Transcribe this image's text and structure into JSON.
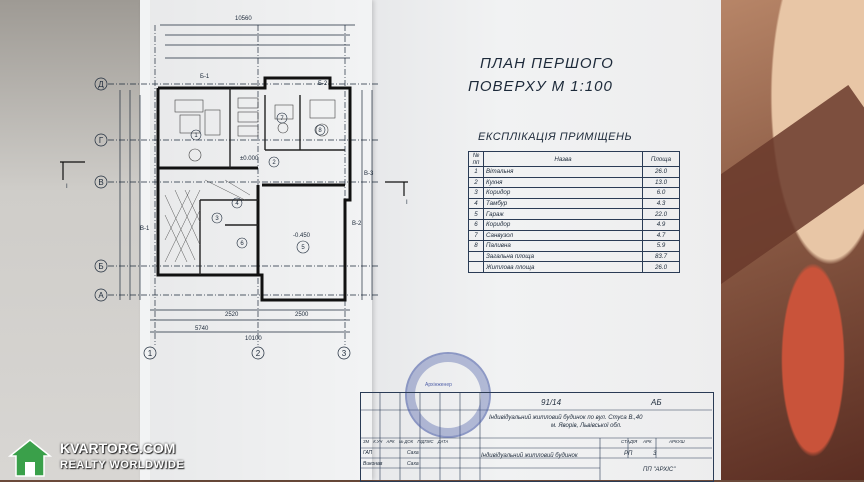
{
  "plan": {
    "title_line1": "ПЛАН ПЕРШОГО",
    "title_line2": "ПОВЕРХУ   М 1:100",
    "explication_title": "ЕКСПЛІКАЦІЯ ПРИМІЩЕНЬ",
    "axes_rows": [
      "Д",
      "Г",
      "В",
      "Б",
      "А"
    ],
    "axes_cols": [
      "1",
      "2",
      "3"
    ],
    "dims": {
      "top_total": "10560",
      "bottom_total": "10100",
      "bottom_left": "5740",
      "bottom_mid": "2520",
      "bottom_right": "2500",
      "room_level_1": "-0.450",
      "room_level_2": "±0.000",
      "section_bb": "Б-1",
      "section_vv": "В-1",
      "section_b2": "Б-2",
      "section_v2": "В-2",
      "section_v3": "В-3",
      "section_mark": "I"
    },
    "room_labels": [
      "1",
      "2",
      "3",
      "4",
      "5",
      "6",
      "7",
      "8"
    ]
  },
  "rooms_table": {
    "headers": [
      "№ пп",
      "Назва",
      "Площа"
    ],
    "rows": [
      {
        "n": "1",
        "name": "Вітальня",
        "area": "26.0"
      },
      {
        "n": "2",
        "name": "Кухня",
        "area": "13.0"
      },
      {
        "n": "3",
        "name": "Коридор",
        "area": "6.0"
      },
      {
        "n": "4",
        "name": "Тамбур",
        "area": "4.3"
      },
      {
        "n": "5",
        "name": "Гараж",
        "area": "22.0"
      },
      {
        "n": "6",
        "name": "Коридор",
        "area": "4.9"
      },
      {
        "n": "7",
        "name": "Санвузол",
        "area": "4.7"
      },
      {
        "n": "8",
        "name": "Паливна",
        "area": "5.9"
      }
    ],
    "total_label": "Загальна площа",
    "total_value": "83.7",
    "living_label": "Житлова площа",
    "living_value": "26.0"
  },
  "title_block": {
    "code": "91/14",
    "code2": "АБ",
    "description_line1": "Індивідуальний житловий будинок по вул. Стуса В.,40",
    "description_line2": "м. Яворів, Львівської обл.",
    "project": "Індивідуальний житловий будинок",
    "stage_label": "СТАДІЯ",
    "sheet_label": "АРК",
    "sheets_label": "АРКУШ",
    "stage_value": "РП",
    "sheet_value": "3",
    "firm": "ПП \"АРХІС\"",
    "header_cells": [
      "ЗМ",
      "К.УЧ",
      "АРК",
      "№ ДОК",
      "ПІДПИС",
      "ДАТА"
    ],
    "row1_role": "ГАП",
    "row1_name": "Саха",
    "row2_role": "Виконав",
    "row2_name": "Саха"
  },
  "stamp": {
    "text": "Архінженер"
  },
  "watermark": {
    "line1": "KVARTORG.COM",
    "line2": "REALTY WORLDWIDE"
  },
  "colors": {
    "ink": "#1d2a3a",
    "paper": "#f2f3f4",
    "stamp": "#3c50a0",
    "watermark_green": "#3aa04a"
  }
}
